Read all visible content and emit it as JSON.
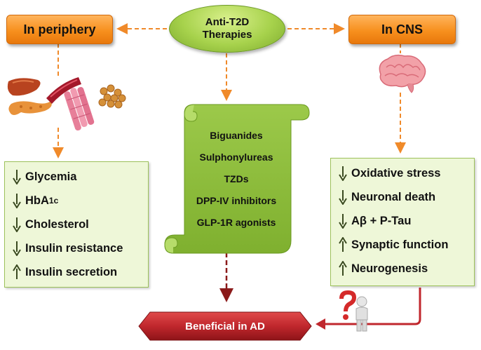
{
  "center": {
    "title_line1": "Anti-T2D",
    "title_line2": "Therapies"
  },
  "left_header": "In periphery",
  "right_header": "In CNS",
  "therapies": [
    "Biguanides",
    "Sulphonylureas",
    "TZDs",
    "DPP-IV inhibitors",
    "GLP-1R agonists"
  ],
  "periphery_effects": [
    {
      "direction": "down",
      "label": "Glycemia"
    },
    {
      "direction": "down",
      "label": "HbA",
      "sub": "1c"
    },
    {
      "direction": "down",
      "label": "Cholesterol"
    },
    {
      "direction": "down",
      "label": "Insulin resistance"
    },
    {
      "direction": "up",
      "label": "Insulin secretion"
    }
  ],
  "cns_effects": [
    {
      "direction": "down",
      "label": "Oxidative stress"
    },
    {
      "direction": "down",
      "label": "Neuronal death"
    },
    {
      "direction": "down",
      "label": "Aβ + P-Tau"
    },
    {
      "direction": "up",
      "label": "Synaptic function"
    },
    {
      "direction": "up",
      "label": "Neurogenesis"
    }
  ],
  "outcome": "Beneficial in AD",
  "icons": [
    "organs-icon",
    "brain-icon",
    "question-person-icon"
  ],
  "colors": {
    "orange": "#f7901e",
    "green": "#8dbb3a",
    "outcome_red": "#c0272d",
    "dash_orange": "#f08a2a",
    "dash_red": "#8b1a1a",
    "arrow_dark": "#3a4a20"
  }
}
